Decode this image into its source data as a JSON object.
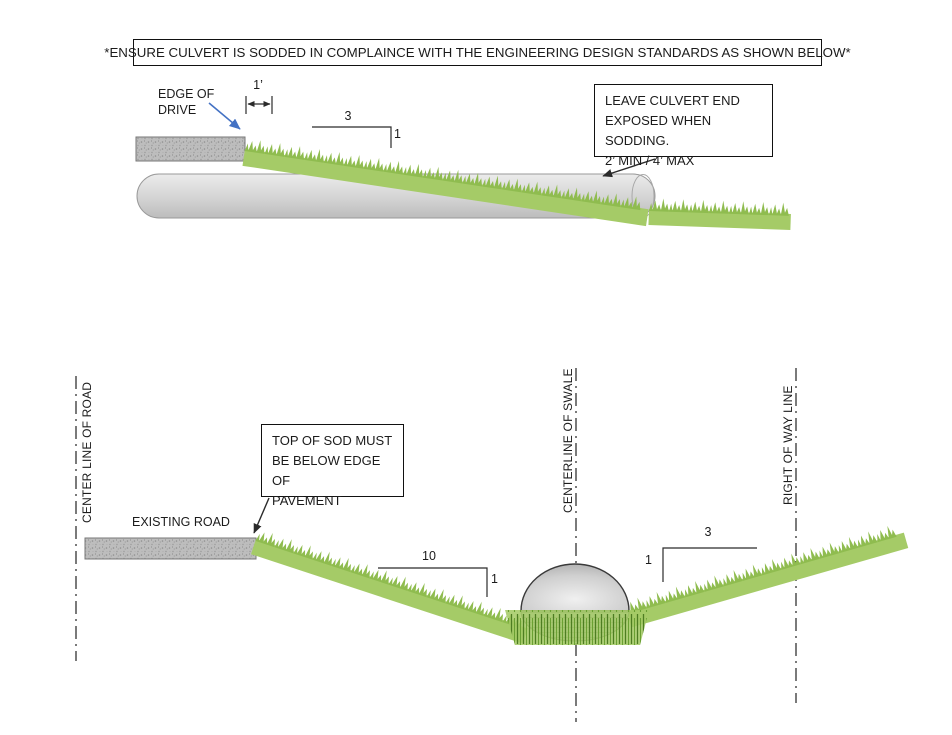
{
  "banner": {
    "text": "*ENSURE CULVERT IS SODDED IN COMPLAINCE WITH THE ENGINEERING DESIGN STANDARDS AS SHOWN BELOW*"
  },
  "top_view": {
    "edge_of_drive": "EDGE OF\nDRIVE",
    "dim_width": "1’",
    "slope_run": "3",
    "slope_rise": "1",
    "culvert_note": "LEAVE CULVERT END\nEXPOSED WHEN SODDING.\n2’ MIN / 4’ MAX"
  },
  "cross_section": {
    "centerline_road": "CENTER LINE OF ROAD",
    "existing_road": "EXISTING ROAD",
    "sod_note": "TOP OF SOD MUST\nBE BELOW EDGE OF\nPAVEMENT",
    "slope_left_run": "10",
    "slope_left_rise": "1",
    "centerline_swale": "CENTERLINE OF SWALE",
    "slope_right_run": "3",
    "slope_right_rise": "1",
    "right_of_way": "RIGHT OF WAY LINE"
  },
  "colors": {
    "grass": "#a5cb67",
    "grass_dark": "#8fbc4f",
    "grass_hatch": "#4e7d22",
    "asphalt": "#bdbdbd",
    "pipe_gray": "#d8d8d8",
    "callout_arrow_blue": "#4472c4",
    "line_black": "#2b2b2b"
  }
}
